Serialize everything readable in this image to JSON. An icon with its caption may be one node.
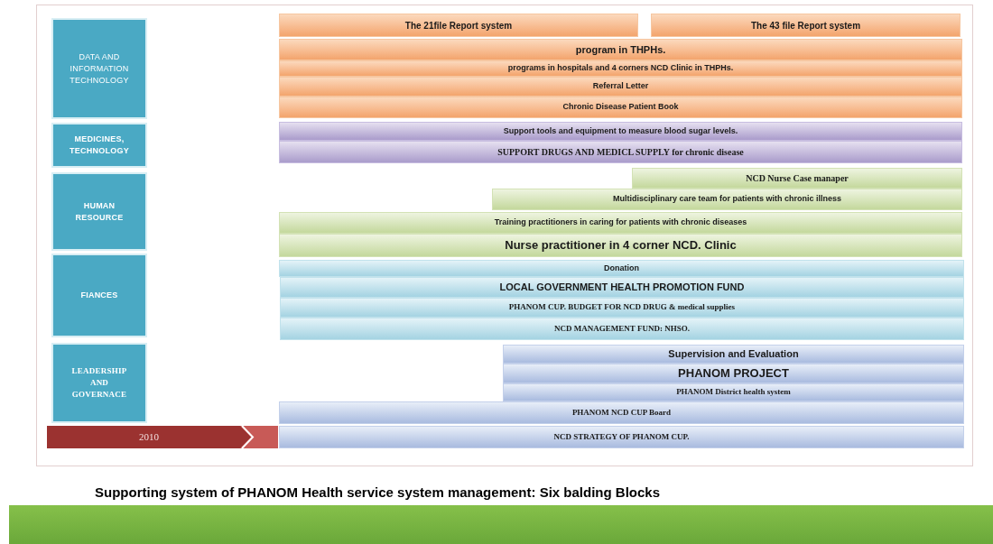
{
  "diagram": {
    "caption": "Supporting system of PHANOM Health service system management: Six balding Blocks",
    "nodes": [
      {
        "text": [
          "DATA AND INFORMATION TECHNOLOGY"
        ]
      },
      {
        "text": [
          "MEDICINES, TECHNOLOGY"
        ]
      },
      {
        "text": [
          "HUMAN RESOURCE"
        ]
      },
      {
        "text": [
          "FIANCES"
        ]
      },
      {
        "text": [
          "LEADERSHIP AND GOVERNACE"
        ]
      },
      {
        "text": [
          "2010"
        ]
      },
      {
        "text": [
          "The 21file Report system"
        ]
      },
      {
        "text": [
          "The 43 file Report system"
        ]
      },
      {
        "text": [
          "program in THPHs."
        ]
      },
      {
        "text": [
          "programs in hospitals and 4 corners NCD Clinic in THPHs."
        ]
      },
      {
        "text": [
          "Referral Letter"
        ]
      },
      {
        "text": [
          "Chronic Disease Patient Book"
        ]
      },
      {
        "text": [
          "Support tools and equipment to measure blood sugar levels."
        ]
      },
      {
        "text": [
          "SUPPORT DRUGS AND MEDICL SUPPLY for chronic disease"
        ]
      },
      {
        "text": [
          "NCD Nurse Case manaper"
        ]
      },
      {
        "text": [
          "Multidisciplinary care team for patients with chronic illness"
        ]
      },
      {
        "text": [
          "Training practitioners in caring for patients with chronic diseases"
        ]
      },
      {
        "text": [
          "Nurse practitioner in 4 corner NCD. Clinic"
        ]
      },
      {
        "text": [
          "Donation"
        ]
      },
      {
        "text": [
          "LOCAL GOVERNMENT HEALTH PROMOTION FUND"
        ]
      },
      {
        "text": [
          "PHANOM CUP. BUDGET FOR NCD DRUG & medical supplies"
        ]
      },
      {
        "text": [
          "NCD MANAGEMENT FUND: NHSO."
        ]
      },
      {
        "text": [
          "Supervision and Evaluation"
        ]
      },
      {
        "text": [
          "PHANOM PROJECT"
        ]
      },
      {
        "text": [
          "PHANOM District health system"
        ]
      },
      {
        "text": [
          "PHANOM NCD CUP Board"
        ]
      },
      {
        "text": [
          "NCD STRATEGY OF PHANOM CUP."
        ]
      }
    ]
  }
}
